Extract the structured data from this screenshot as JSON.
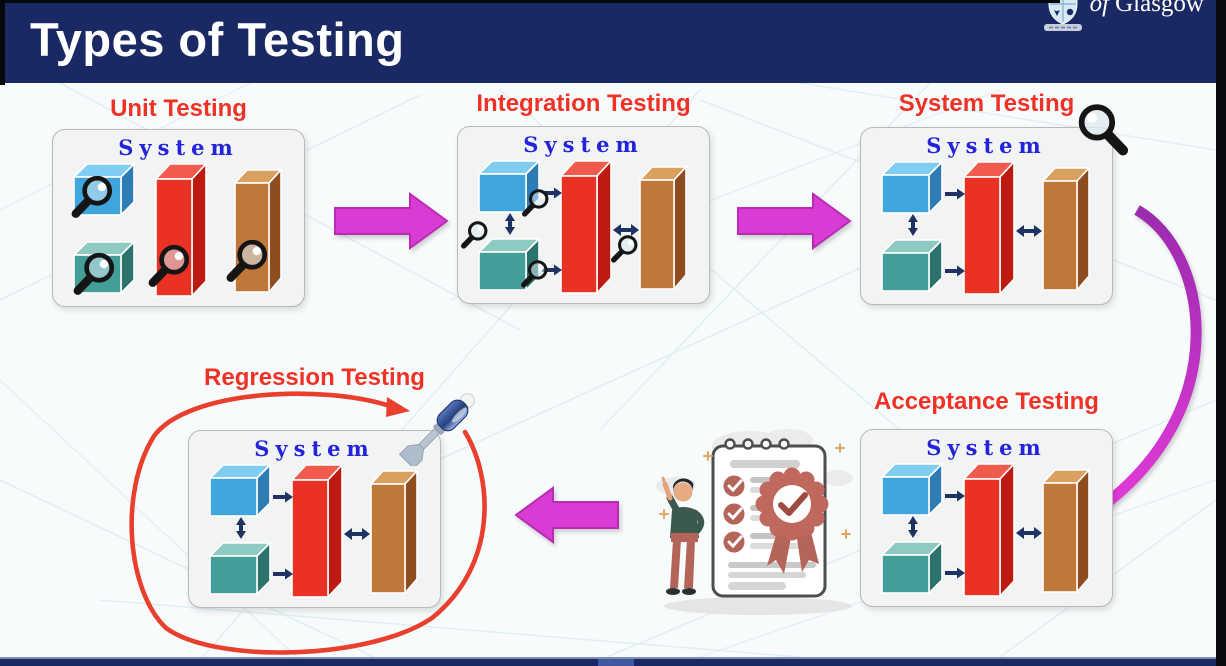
{
  "slide": {
    "title": "Types of Testing"
  },
  "logo": {
    "prefix": "of",
    "name": "Glasgow"
  },
  "diagrams": [
    {
      "label": "Unit Testing",
      "system_label": "System",
      "decoration": "magnifier-on-each-component"
    },
    {
      "label": "Integration Testing",
      "system_label": "System",
      "decoration": "magnifiers-on-interfaces"
    },
    {
      "label": "System Testing",
      "system_label": "System",
      "decoration": "single-magnifier-over-whole-system"
    },
    {
      "label": "Regression Testing",
      "system_label": "System",
      "decoration": "red-loop-and-screwdriver"
    },
    {
      "label": "Acceptance Testing",
      "system_label": "System",
      "decoration": "certificate-checklist-illustration"
    }
  ],
  "flow": {
    "sequence": [
      "Unit Testing",
      "Integration Testing",
      "System Testing",
      "Acceptance Testing",
      "Regression Testing"
    ]
  },
  "colors": {
    "header_bg": "#1a2963",
    "label_red": "#ee3226",
    "system_blue": "#2323d9",
    "flow_magenta": "#d93cd4",
    "loop_red": "#e8402c",
    "cube_blue": "#41a5dd",
    "cube_teal": "#429e97",
    "bar_red": "#e93223",
    "bar_orange": "#c0783a",
    "connector_navy": "#1e3263"
  }
}
